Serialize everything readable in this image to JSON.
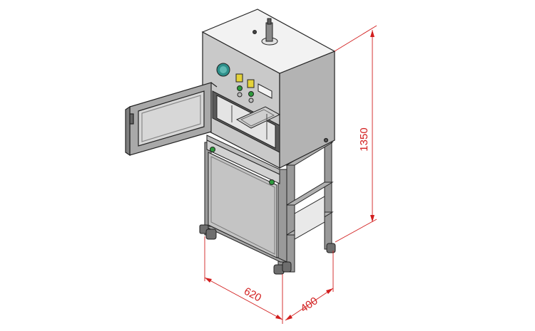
{
  "dimensions": {
    "width": "620",
    "depth": "400",
    "height": "1350"
  },
  "colors": {
    "dimension_line": "#d21e1e",
    "panel_front": "#c9c9c9",
    "panel_side": "#b3b3b3",
    "panel_top": "#f2f2f2",
    "frame": "#9a9a9a",
    "outline": "#222222",
    "window_frame": "#a9a9a9",
    "window_glass": "#d7d7d7",
    "gauge_teal": "#2d8f8a",
    "indicator_yellow": "#e4d23a",
    "button_green": "#2e9a3c",
    "feet": "#6e6e6e"
  },
  "icons": {
    "gauge": "pressure-gauge-icon",
    "indicator": "indicator-light-icon",
    "button": "push-button-icon",
    "cylinder": "press-cylinder-icon"
  }
}
